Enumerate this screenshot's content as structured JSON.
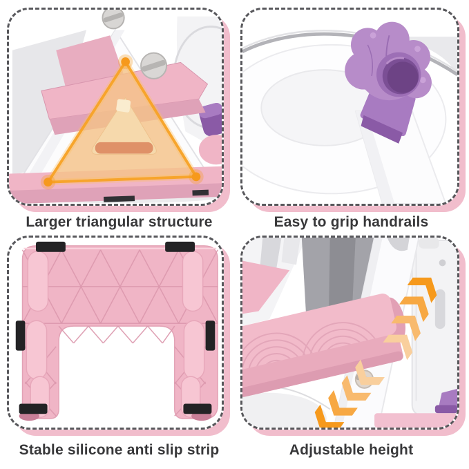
{
  "page": {
    "background": "#ffffff",
    "grid": "2x2 feature collage"
  },
  "colors": {
    "frame_dash": "#58585c",
    "frame_shadow": "#f1bdcc",
    "caption_text": "#38383a",
    "product_pink": "#f0b5c6",
    "product_pink_deep": "#e19fb6",
    "product_pink_dark": "#dd9cb1",
    "product_purple": "#b78cc9",
    "product_purple_deep": "#8a5aa6",
    "accent_orange": "#f6991c",
    "strip_black": "#232325",
    "part_gray": "#a3a3a9"
  },
  "panels": [
    {
      "caption": "Larger triangular structure",
      "photo": "side view of white and pink triangular base with glowing orange triangle overlay",
      "highlight_icons": [
        "triangle-highlight",
        "corner-dot",
        "corner-dot",
        "corner-dot",
        "screw-icon",
        "screw-icon"
      ]
    },
    {
      "caption": "Easy to grip handrails",
      "photo": "white seat frame with purple flower-shaped grip handle"
    },
    {
      "caption": "Stable silicone anti slip strip",
      "photo": "pink underside with ribbed pattern and black silicone strips",
      "strip_count": 6
    },
    {
      "caption": "Adjustable height",
      "photo": "pink foot step on white rail with orange direction chevrons",
      "highlight_icons": [
        "up-chevrons",
        "down-chevrons",
        "screw-icon"
      ],
      "up_chevron_count": 4,
      "down_chevron_count": 4
    }
  ]
}
